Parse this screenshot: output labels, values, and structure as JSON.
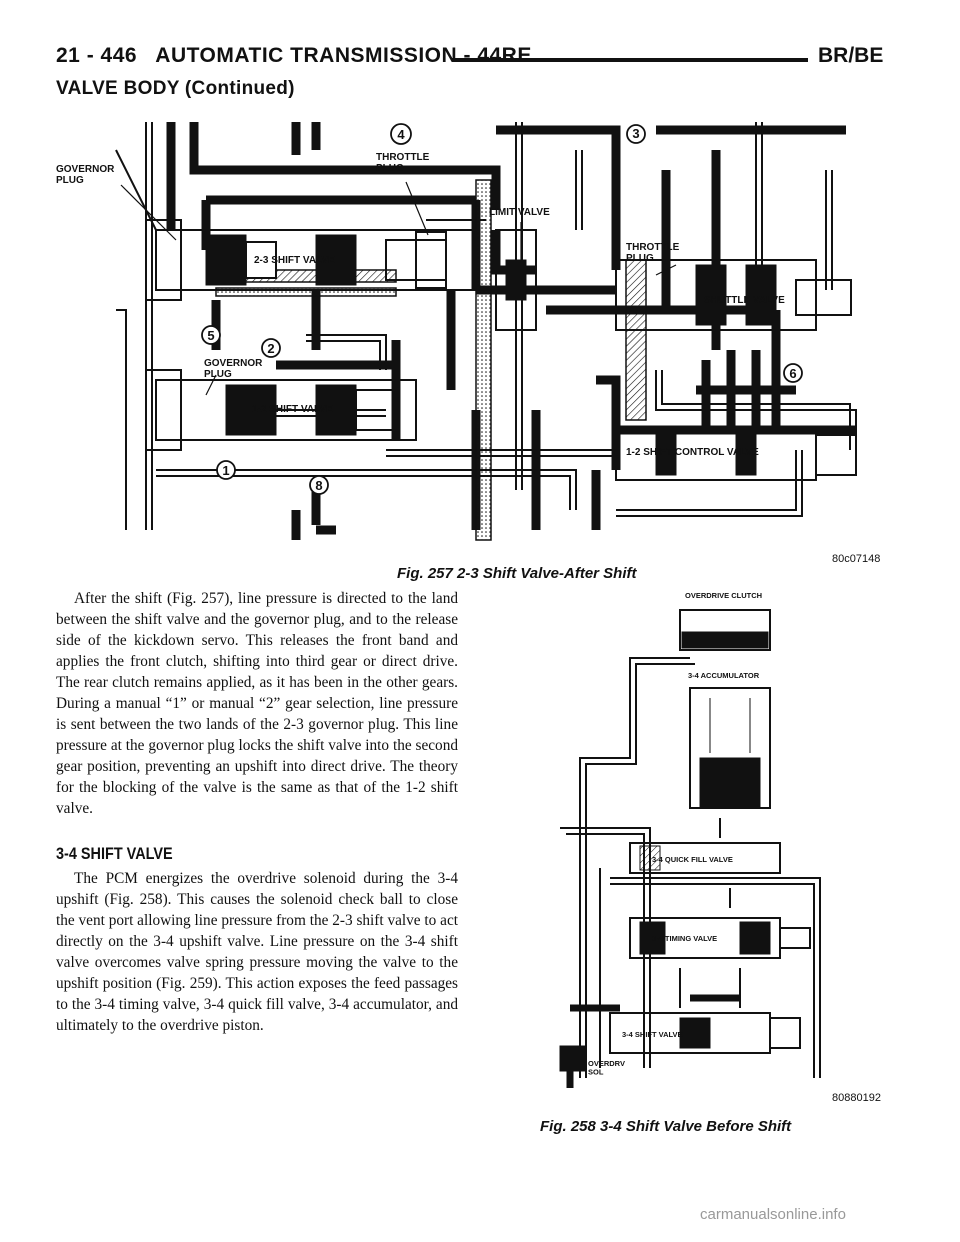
{
  "header": {
    "page_title": "21 - 446   AUTOMATIC TRANSMISSION - 44RE",
    "model": "BR/BE",
    "section": "VALVE BODY (Continued)"
  },
  "fig257": {
    "labels": {
      "governor_plug_top": "GOVERNOR\nPLUG",
      "throttle_plug_left": "THROTTLE\nPLUG",
      "limit_valve": "LIMIT VALVE",
      "throttle_plug_right": "THROTTLE\nPLUG",
      "shift_23": "2-3 SHIFT VALVE",
      "shuttle_valve": "SHUTTLE VALVE",
      "governor_plug_bottom": "GOVERNOR\nPLUG",
      "shift_12": "1-2 SHIFT VALVE",
      "shift_control_12": "1-2 SHIFT CONTROL VALVE"
    },
    "callouts": [
      "1",
      "2",
      "3",
      "4",
      "5",
      "6",
      "8"
    ],
    "code": "80c07148",
    "caption": "Fig. 257 2-3 Shift Valve-After Shift"
  },
  "body": {
    "para1": "After the shift (Fig. 257), line pressure is directed to the land between the shift valve and the governor plug, and to the release side of the kickdown servo. This releases the front band and applies the front clutch, shifting into third gear or direct drive. The rear clutch remains applied, as it has been in the other gears. During a manual “1” or manual “2” gear selection, line pressure is sent between the two lands of the 2-3 governor plug. This line pressure at the governor plug locks the shift valve into the second gear position, preventing an upshift into direct drive. The theory for the blocking of the valve is the same as that of the 1-2 shift valve.",
    "section_heading": "3-4 SHIFT VALVE",
    "para2": "The PCM energizes the overdrive solenoid during the 3-4 upshift (Fig. 258). This causes the solenoid check ball to close the vent port allowing line pressure from the 2-3 shift valve to act directly on the 3-4 upshift valve. Line pressure on the 3-4 shift valve overcomes valve spring pressure moving the valve to the upshift position (Fig. 259). This action exposes the feed passages to the 3-4 timing valve, 3-4 quick fill valve, 3-4 accumulator, and ultimately to the overdrive piston."
  },
  "fig258": {
    "labels": {
      "overdrive_clutch": "OVERDRIVE CLUTCH",
      "accumulator": "3-4 ACCUMULATOR",
      "quick_fill": "3-4 QUICK FILL VALVE",
      "timing": "3-4 TIMING VALVE",
      "shift": "3-4 SHIFT VALVE",
      "overdrv_sol": "OVERDRV\nSOL"
    },
    "code": "80880192",
    "caption": "Fig. 258 3-4 Shift Valve Before Shift"
  },
  "watermark": "carmanualsonline.info"
}
